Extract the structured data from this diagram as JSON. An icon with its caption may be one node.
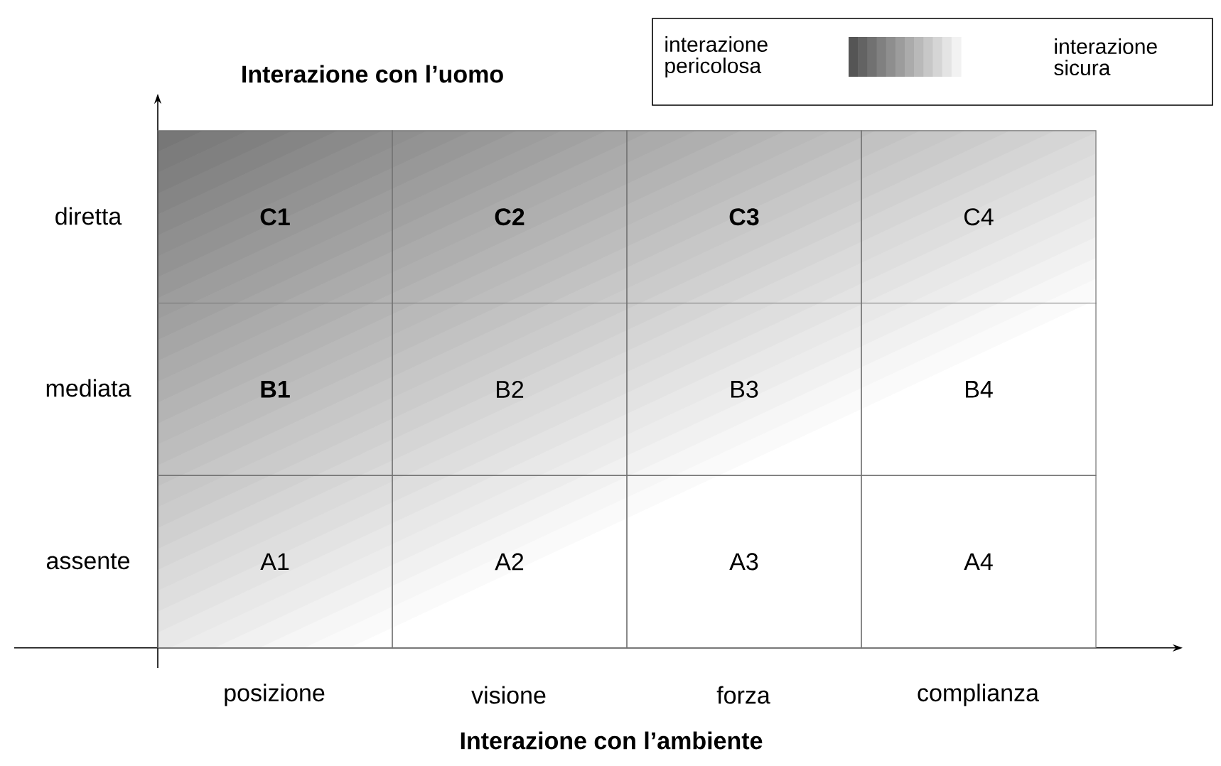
{
  "diagram": {
    "nodes": [
      {
        "text": [
          "C1"
        ]
      },
      {
        "text": [
          "C2"
        ]
      },
      {
        "text": [
          "C3"
        ]
      },
      {
        "text": [
          "C4"
        ]
      },
      {
        "text": [
          "B1"
        ]
      },
      {
        "text": [
          "B2"
        ]
      },
      {
        "text": [
          "B3"
        ]
      },
      {
        "text": [
          "B4"
        ]
      },
      {
        "text": [
          "A1"
        ]
      },
      {
        "text": [
          "A2"
        ]
      },
      {
        "text": [
          "A3"
        ]
      },
      {
        "text": [
          "A4"
        ]
      }
    ],
    "labels": [
      "Interazione con l’uomo",
      "diretta",
      "mediata",
      "assente",
      "posizione",
      "visione",
      "forza",
      "complianza",
      "Interazione con l’ambiente"
    ],
    "legend": [
      {
        "text": "interazione pericolosa",
        "color": "#555555"
      },
      {
        "text": "interazione sicura",
        "color": "#f2f2f2"
      }
    ]
  }
}
